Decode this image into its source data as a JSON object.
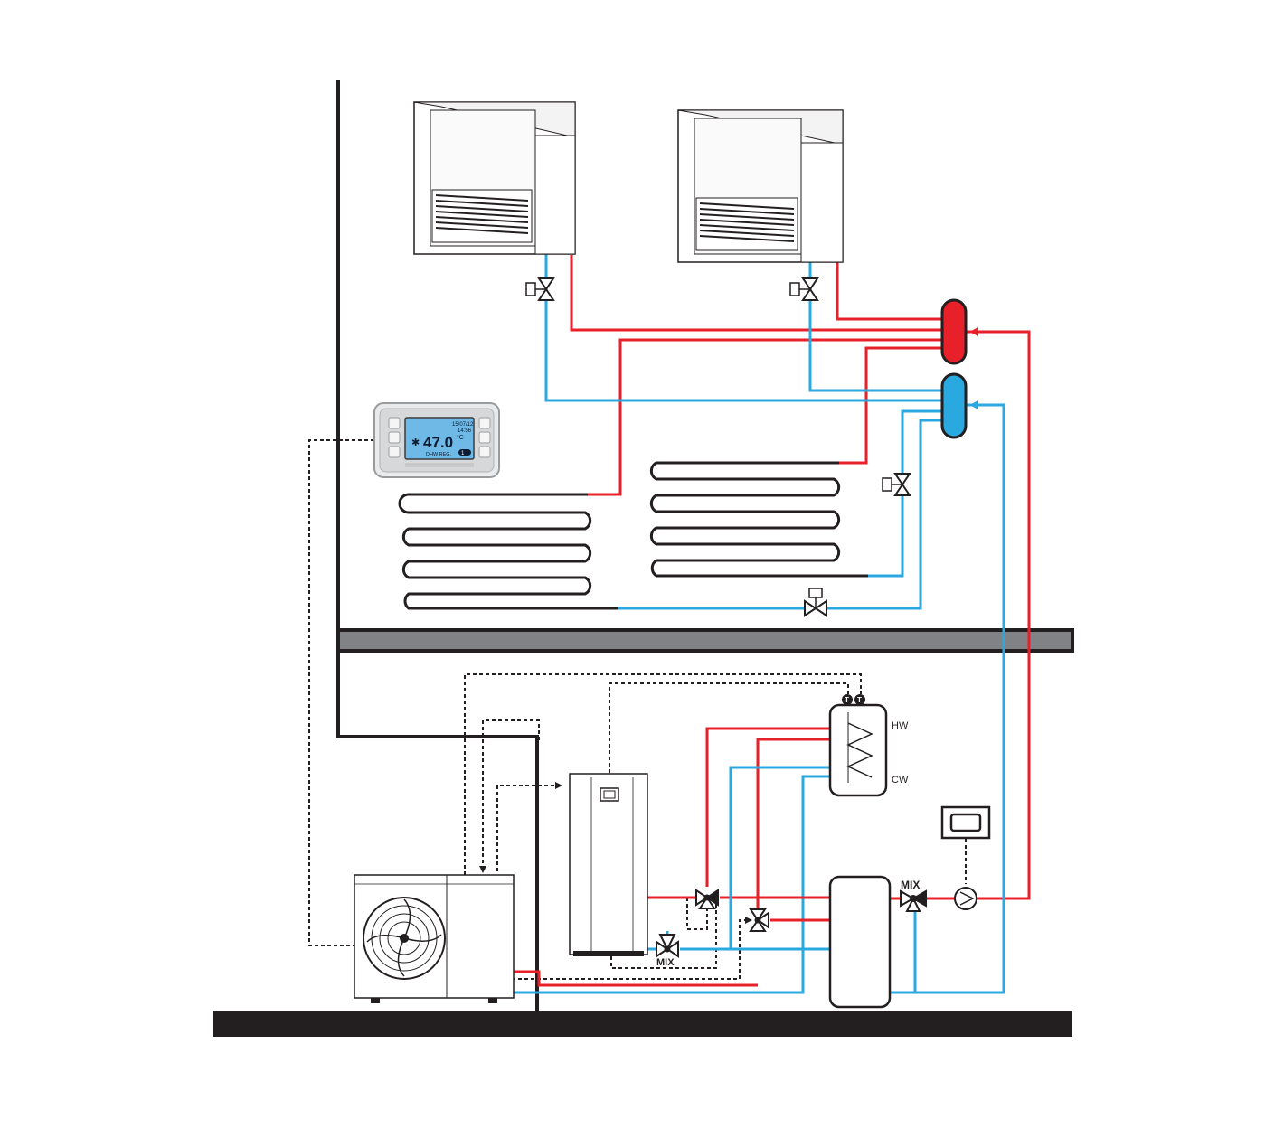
{
  "colors": {
    "hot": "#e8202a",
    "cold": "#2aa9e0",
    "line": "#231f20",
    "slab": "#808285",
    "lcd": "#6fb9e6"
  },
  "tank_labels": {
    "hot_water": "HW",
    "cold_water": "CW"
  },
  "sensor_labels": {
    "left": "T",
    "right": "T"
  },
  "valve_labels": {
    "mix_left": "MIX",
    "mix_right": "MIX"
  },
  "controller": {
    "temperature": "47.0",
    "unit": "°C",
    "date": "15/07/12",
    "time": "14:56",
    "mode": "DHW REG.",
    "indicator": "1"
  },
  "icons": {
    "fan_coil": "fan-coil-icon",
    "heat_pump": "heat-pump-icon",
    "indoor_unit": "indoor-unit-icon",
    "dhw_tank": "dhw-tank-icon",
    "buffer_tank": "buffer-tank-icon",
    "pump": "pump-icon",
    "thermostat": "thermostat-icon",
    "manifold_hot": "manifold-hot-icon",
    "manifold_cold": "manifold-cold-icon"
  }
}
